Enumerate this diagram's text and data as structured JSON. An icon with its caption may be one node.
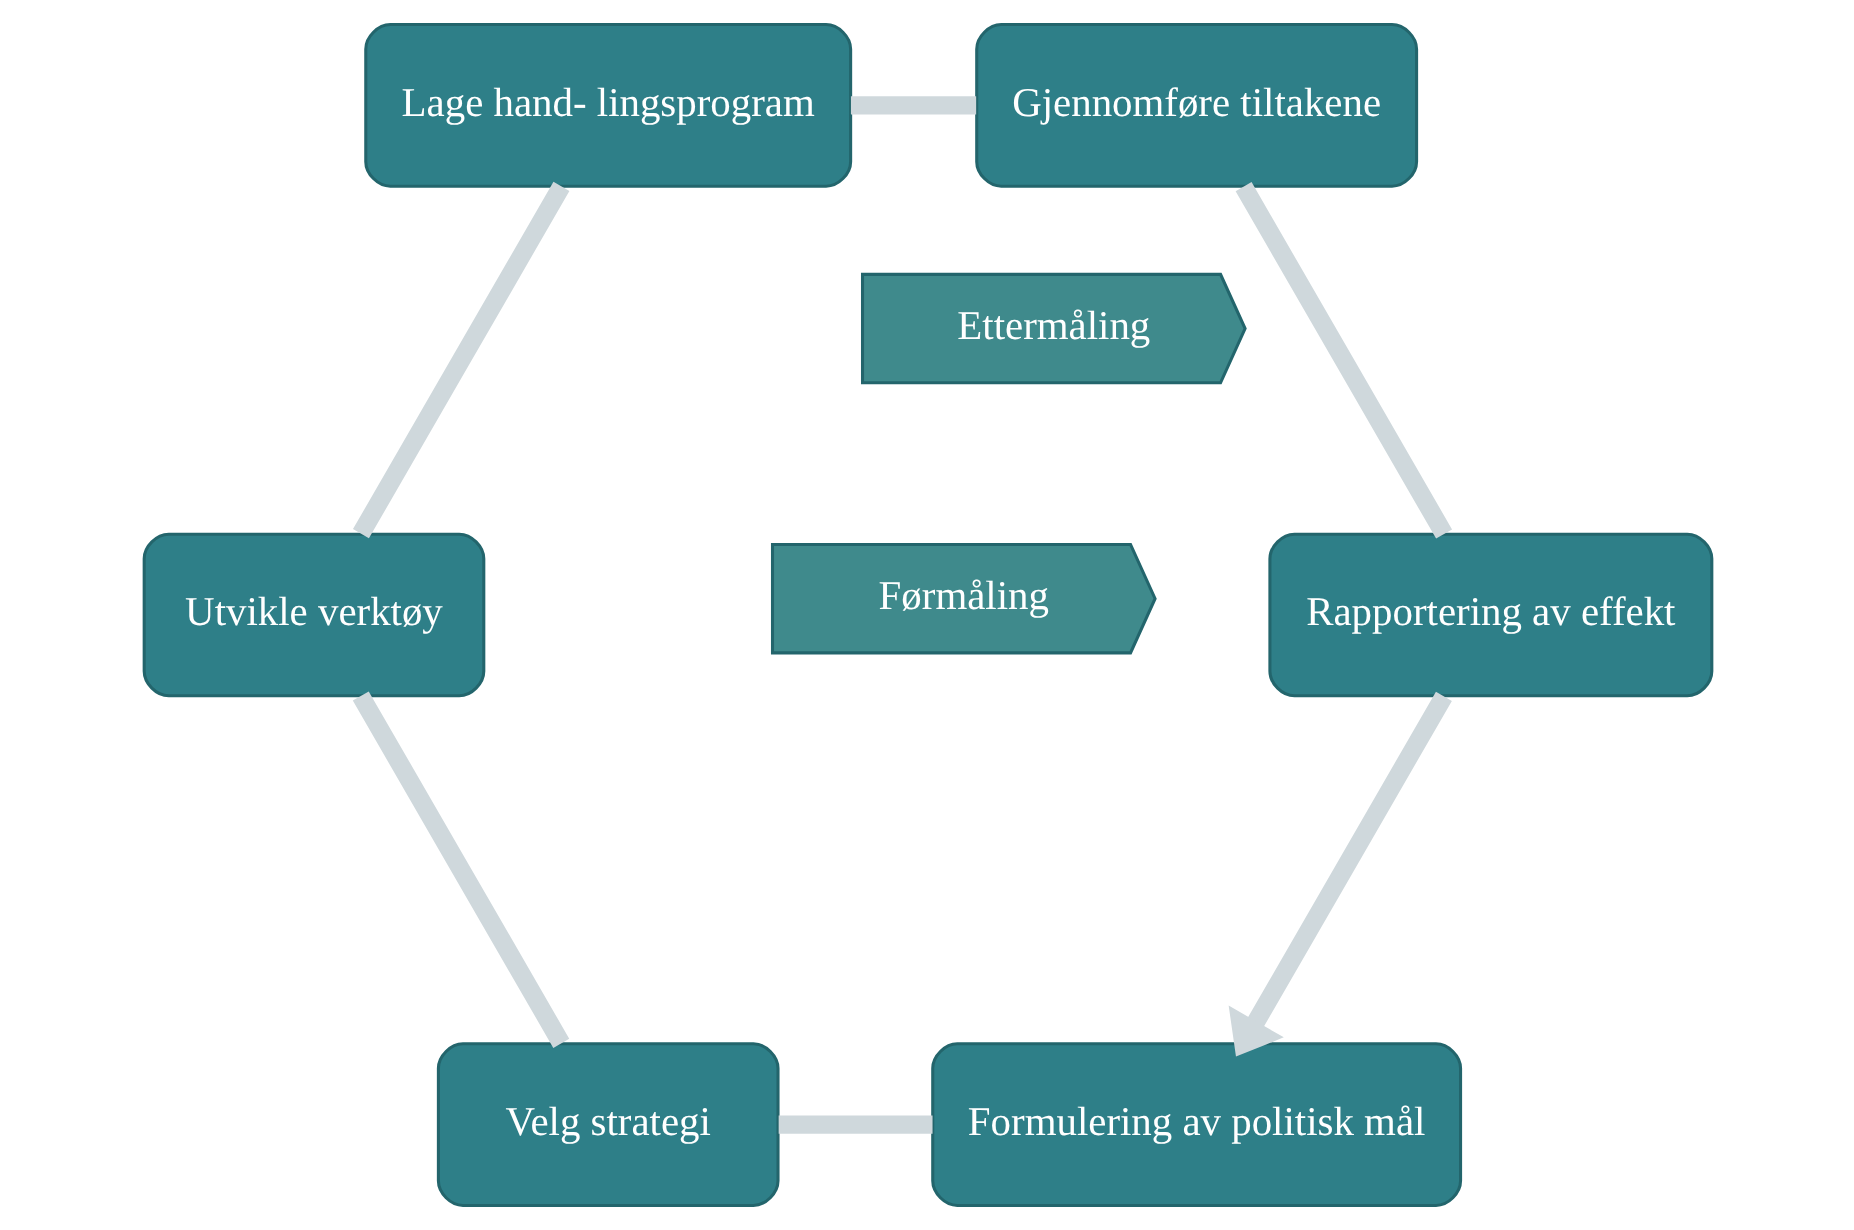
{
  "diagram": {
    "nodes": [
      {
        "text": [
          "Formulering av politisk mål"
        ]
      },
      {
        "text": [
          "Velg strategi"
        ]
      },
      {
        "text": [
          "Utvikle verktøy"
        ]
      },
      {
        "text": [
          "Lage hand- lingsprogram"
        ]
      },
      {
        "text": [
          "Gjennomføre tiltakene"
        ]
      },
      {
        "text": [
          "Rapportering av effekt"
        ]
      },
      {
        "text": [
          "Ettermåling"
        ]
      },
      {
        "text": [
          "Førmåling"
        ]
      }
    ],
    "edges": [
      {
        "from": 0,
        "to": 1,
        "arrow": "none"
      },
      {
        "from": 1,
        "to": 2,
        "arrow": "none"
      },
      {
        "from": 2,
        "to": 3,
        "arrow": "none"
      },
      {
        "from": 3,
        "to": 4,
        "arrow": "none"
      },
      {
        "from": 4,
        "to": 5,
        "arrow": "none"
      },
      {
        "from": 5,
        "to": 0,
        "arrow": "to"
      }
    ]
  }
}
